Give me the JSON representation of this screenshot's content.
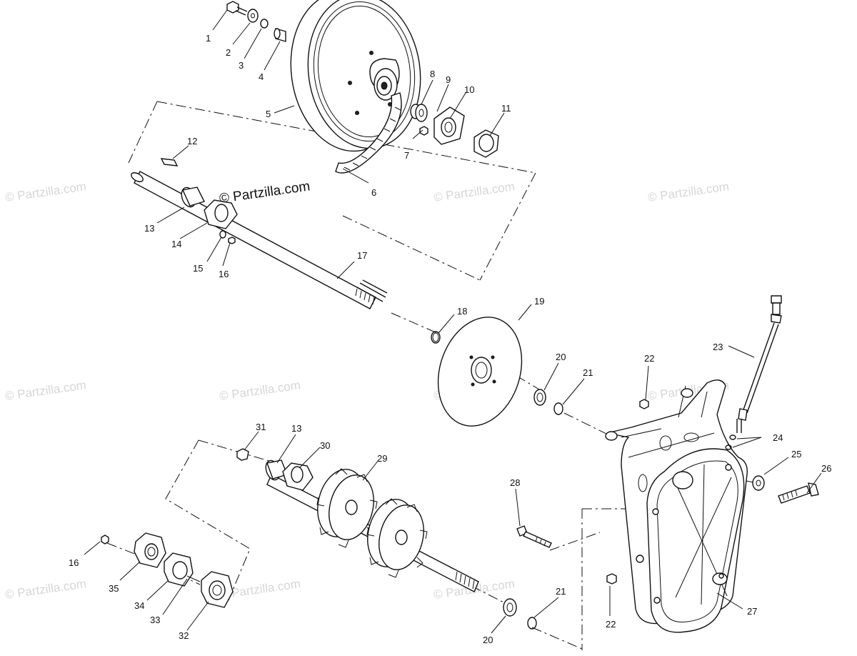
{
  "watermark": {
    "main": "© Partzilla.com",
    "faint": "© Partzilla.com"
  },
  "callouts": {
    "c1": "1",
    "c2": "2",
    "c3": "3",
    "c4": "4",
    "c5": "5",
    "c6": "6",
    "c7": "7",
    "c8": "8",
    "c9": "9",
    "c10": "10",
    "c11": "11",
    "c12": "12",
    "c13a": "13",
    "c13b": "13",
    "c14": "14",
    "c15": "15",
    "c16a": "16",
    "c16b": "16",
    "c17": "17",
    "c18": "18",
    "c19": "19",
    "c20a": "20",
    "c20b": "20",
    "c21a": "21",
    "c21b": "21",
    "c22a": "22",
    "c22b": "22",
    "c23": "23",
    "c24": "24",
    "c25": "25",
    "c26": "26",
    "c27": "27",
    "c28": "28",
    "c29": "29",
    "c30": "30",
    "c31": "31",
    "c32": "32",
    "c33": "33",
    "c34": "34",
    "c35": "35"
  }
}
